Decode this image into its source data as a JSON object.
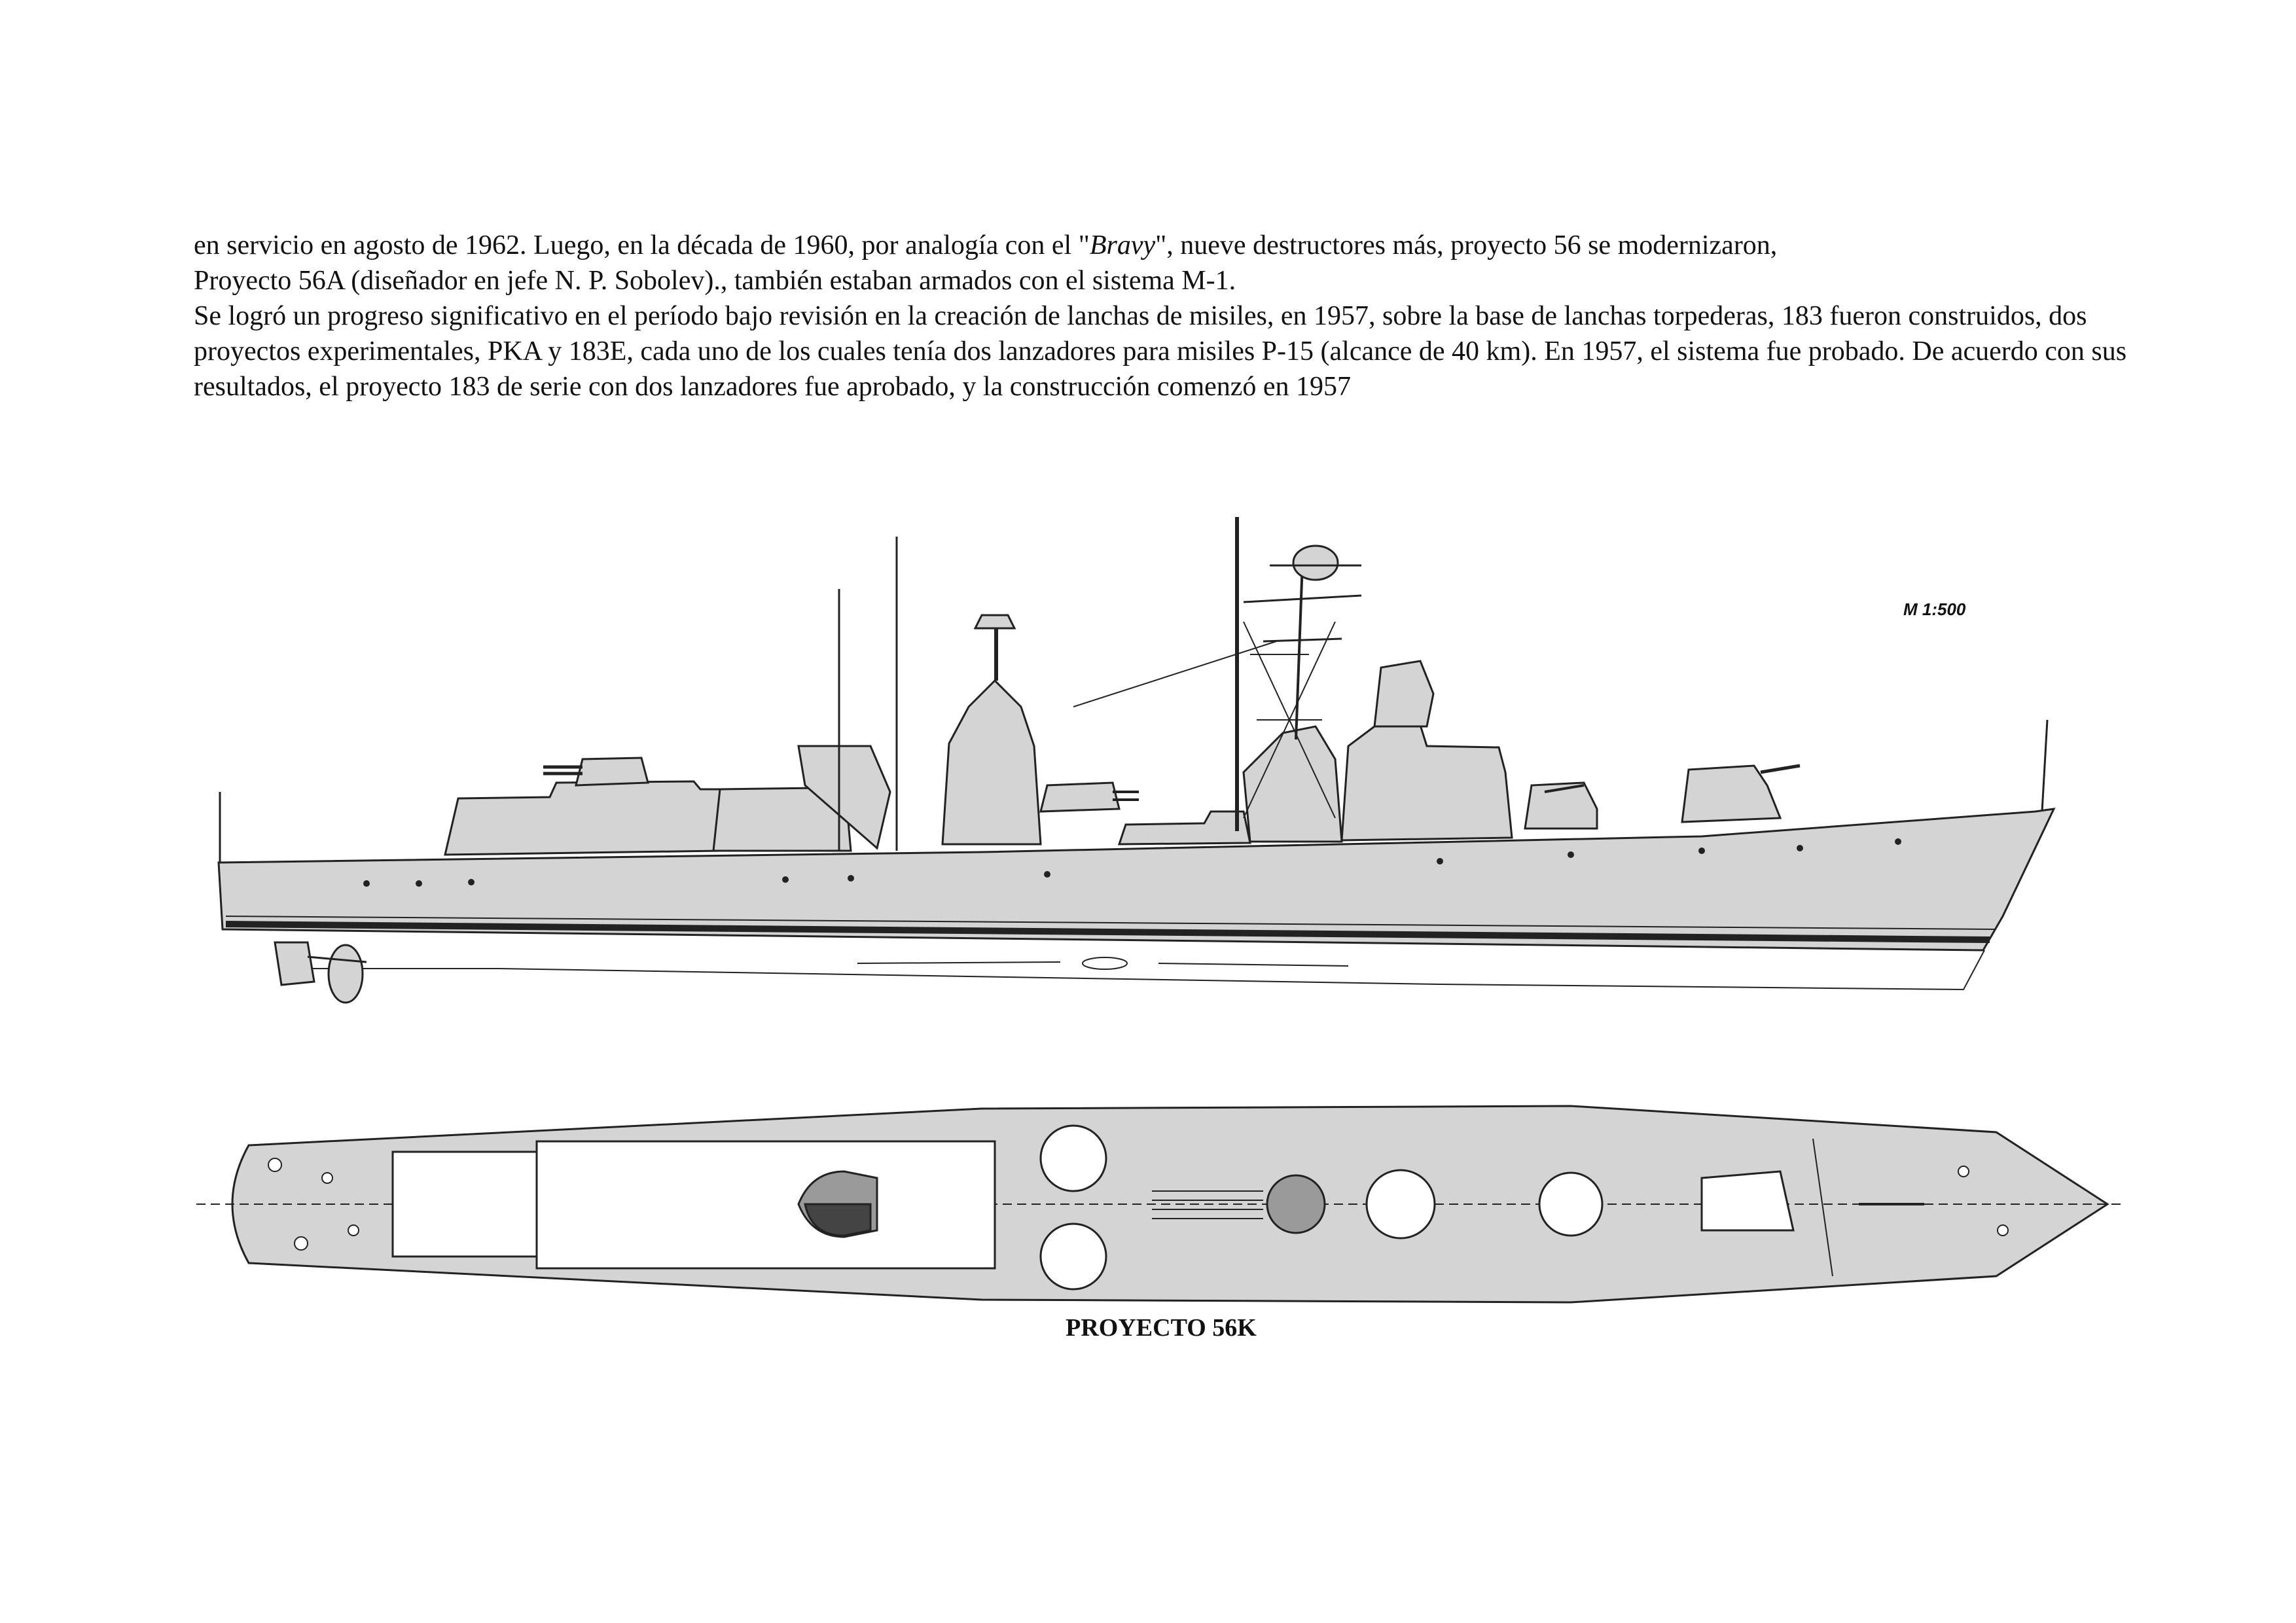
{
  "text": {
    "line1_pre": "en servicio en agosto de 1962. Luego, en la década de 1960, por analogía con el \"",
    "line1_em": "Bravy",
    "line1_post": "\", nueve destructores más, proyecto 56 se modernizaron,",
    "line2": "Proyecto 56A (diseñador en jefe N. P. Sobolev)., también estaban armados con el sistema M-1.",
    "para2": "Se logró un progreso significativo en el período bajo revisión en la creación de lanchas de misiles, en 1957, sobre la base de lanchas torpederas, 183 fueron construidos, dos proyectos experimentales, PKA y 183E, cada uno de los cuales tenía dos lanzadores para misiles P-15 (alcance de 40 km). En 1957, el sistema fue probado. De acuerdo con sus resultados, el proyecto 183 de serie con dos lanzadores fue aprobado, y la construcción comenzó en 1957"
  },
  "drawing": {
    "scale": "M 1:500",
    "caption": "PROYECTO 56K",
    "hull_color": "#d4d4d4",
    "line_color": "#222222"
  }
}
